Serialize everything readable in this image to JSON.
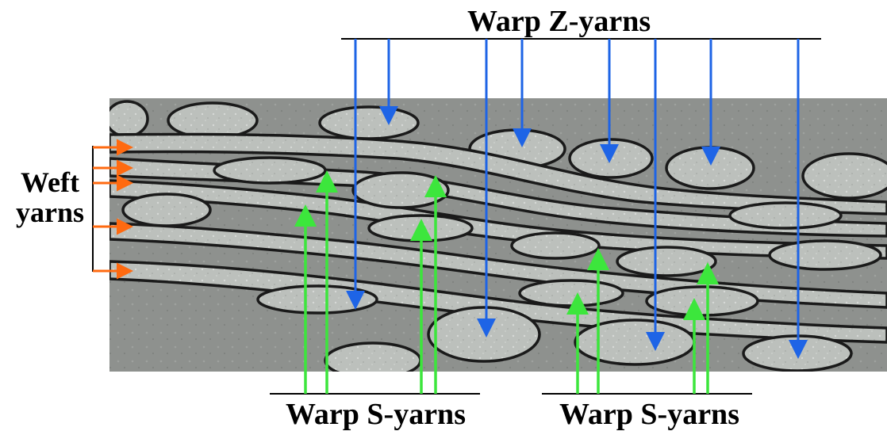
{
  "labels": {
    "warp_z": "Warp Z-yarns",
    "weft_line1": "Weft",
    "weft_line2": "yarns",
    "warp_s_left": "Warp S-yarns",
    "warp_s_right": "Warp S-yarns"
  },
  "colors": {
    "warp_z_arrow": "#1e64e6",
    "warp_s_arrow": "#3ce63c",
    "weft_arrow": "#ff6a10",
    "yarn_outline": "#1a1a1a",
    "background": "#8e918e",
    "yarn_fill": "#bcc0bc"
  }
}
